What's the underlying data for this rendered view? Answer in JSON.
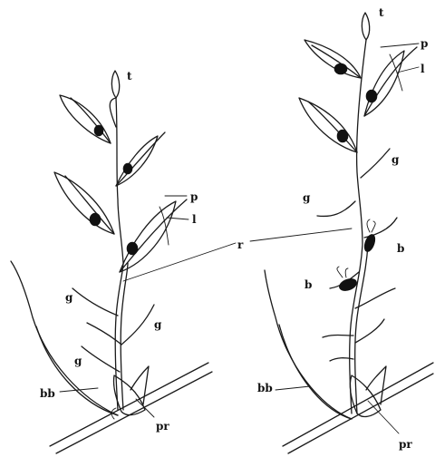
{
  "labels": {
    "t": "t",
    "p": "p",
    "l": "l",
    "r": "r",
    "g": "g",
    "b": "b",
    "bb": "bb",
    "pr": "pr"
  },
  "colors": {
    "ink": "#111111",
    "background": "#ffffff"
  }
}
